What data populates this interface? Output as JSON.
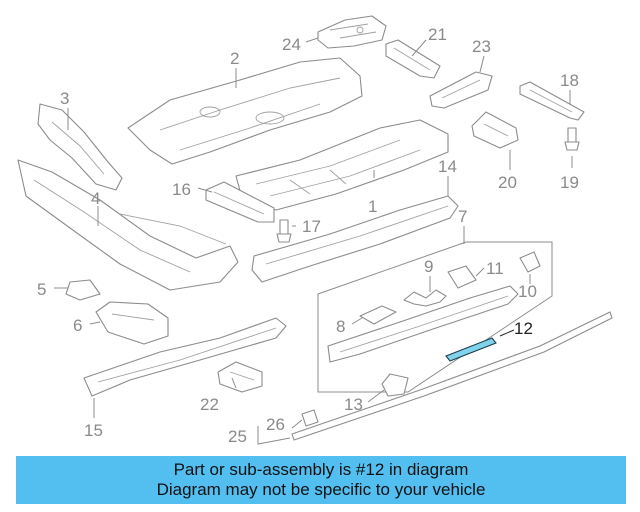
{
  "diagram": {
    "callouts": [
      "1",
      "2",
      "3",
      "4",
      "5",
      "6",
      "7",
      "8",
      "9",
      "10",
      "11",
      "12",
      "13",
      "14",
      "15",
      "16",
      "17",
      "18",
      "19",
      "20",
      "21",
      "22",
      "23",
      "24",
      "25",
      "26"
    ],
    "highlight_callout": "12",
    "highlight_color": "#7fd3ea",
    "line_color": "#8c8c8c"
  },
  "banner": {
    "line1": "Part or sub-assembly is #12 in diagram",
    "line2": "Diagram may not be specific to your vehicle",
    "background": "#52bff0"
  }
}
